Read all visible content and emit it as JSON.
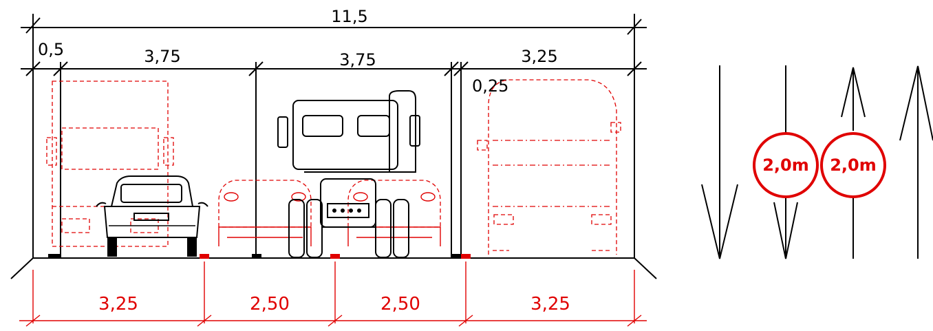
{
  "top_dimensions": {
    "overall": "11,5",
    "left_edge": "0,5",
    "lane_1": "3,75",
    "lane_2": "3,75",
    "lane_3": "3,25",
    "gap": "0,25"
  },
  "bottom_dimensions": [
    "3,25",
    "2,50",
    "2,50",
    "3,25"
  ],
  "signs": {
    "left_circle": "2,0m",
    "right_circle": "2,0m"
  },
  "colors": {
    "linework": "#000000",
    "markings": "#e00000"
  }
}
